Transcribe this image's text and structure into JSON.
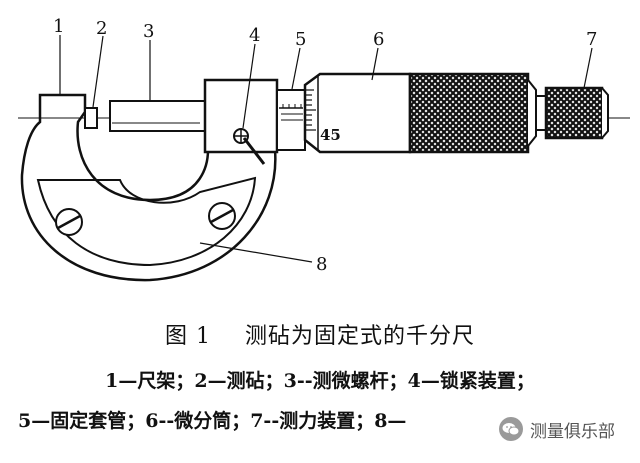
{
  "diagram": {
    "part_numbers": [
      "1",
      "2",
      "3",
      "4",
      "5",
      "6",
      "7",
      "8"
    ],
    "thimble_scale_value": "45"
  },
  "caption": {
    "figure_number": "图 1",
    "title": "测砧为固定式的千分尺",
    "legend_line1": "1—尺架；2—测砧；3--测微螺杆；4—锁紧装置；",
    "legend_line2": "5—固定套管；6--微分筒；7--测力装置；8—"
  },
  "watermark": {
    "text": "测量俱乐部",
    "icon": "wechat-icon"
  }
}
